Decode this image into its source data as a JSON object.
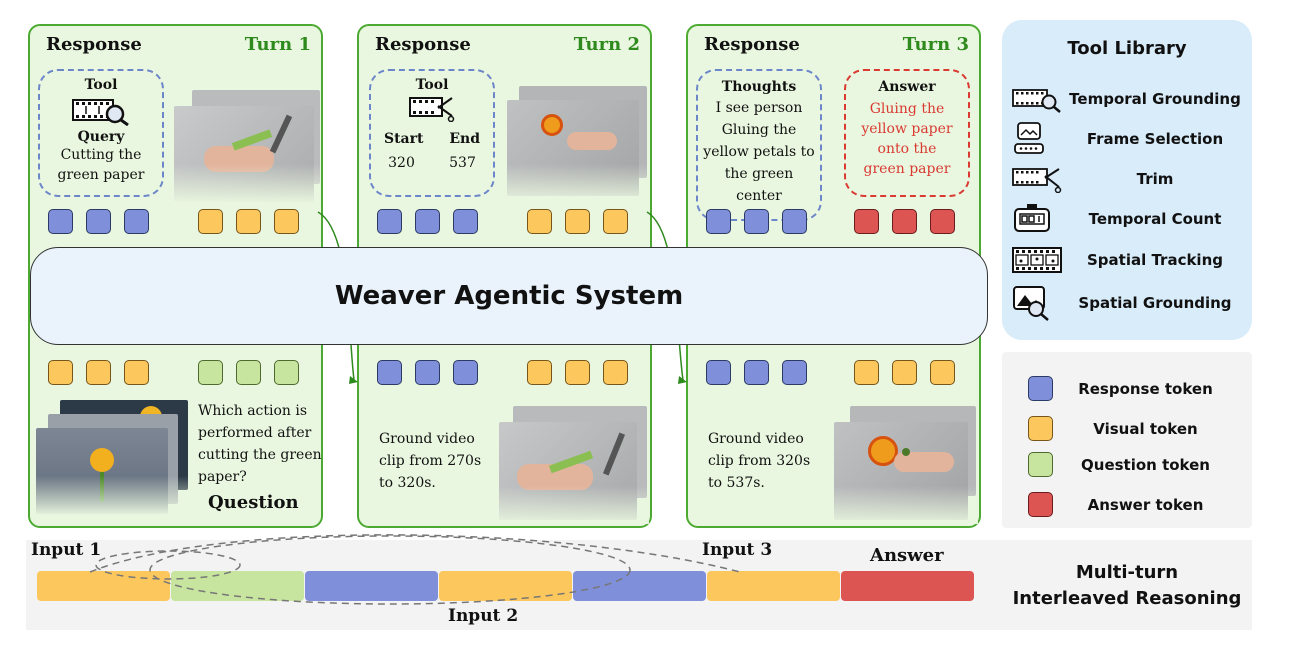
{
  "turns": [
    {
      "response": "Response",
      "turn": "Turn 1",
      "tool_title": "Tool",
      "query_title": "Query",
      "query_text": "Cutting the green paper",
      "input_text": "Which action is performed after cutting the green paper?",
      "input_label": "Question"
    },
    {
      "response": "Response",
      "turn": "Turn 2",
      "tool_title": "Tool",
      "start_label": "Start",
      "end_label": "End",
      "start_value": "320",
      "end_value": "537",
      "input_text": "Ground video clip from 270s to 320s."
    },
    {
      "response": "Response",
      "turn": "Turn 3",
      "thoughts_title": "Thoughts",
      "thoughts_text": "I see person Gluing the yellow petals to the green center",
      "answer_title": "Answer",
      "answer_text": "Gluing the yellow paper onto the green paper",
      "input_text": "Ground video clip from 320s to 537s."
    }
  ],
  "system_title": "Weaver Agentic System",
  "tool_library": {
    "title": "Tool Library",
    "items": [
      {
        "name": "Temporal Grounding",
        "icon": "film-magnifier-icon"
      },
      {
        "name": "Frame Selection",
        "icon": "frame-select-icon"
      },
      {
        "name": "Trim",
        "icon": "film-scissors-icon"
      },
      {
        "name": "Temporal Count",
        "icon": "counter-icon"
      },
      {
        "name": "Spatial Tracking",
        "icon": "film-tracking-icon"
      },
      {
        "name": "Spatial Grounding",
        "icon": "image-magnifier-icon"
      }
    ]
  },
  "legend": [
    {
      "name": "Response token",
      "color": "#7f8fd9"
    },
    {
      "name": "Visual token",
      "color": "#fcc85d"
    },
    {
      "name": "Question token",
      "color": "#c7e59e"
    },
    {
      "name": "Answer token",
      "color": "#dd5553"
    }
  ],
  "bottom": {
    "input1": "Input 1",
    "input2": "Input 2",
    "input3": "Input 3",
    "answer": "Answer",
    "caption_line1": "Multi-turn",
    "caption_line2": "Interleaved Reasoning",
    "sequence": [
      "#fcc85d",
      "#c7e59e",
      "#7f8fd9",
      "#fcc85d",
      "#7f8fd9",
      "#fcc85d",
      "#dd5553"
    ]
  },
  "colors": {
    "turn_border": "#4caa32",
    "turn_bg": "#eaf7e0",
    "answer_text": "#d93a32"
  }
}
